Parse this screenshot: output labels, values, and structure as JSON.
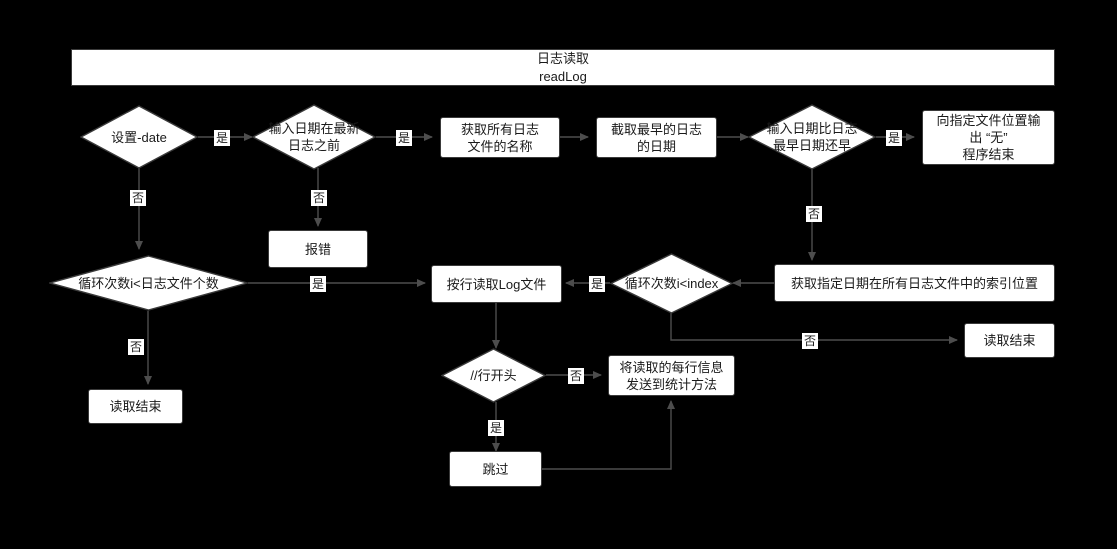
{
  "diagram": {
    "title_line1": "日志读取",
    "title_line2": "readLog",
    "background_color": "#000000",
    "node_fill": "#ffffff",
    "node_stroke": "#3a3a3a",
    "edge_color": "#4d4d4d",
    "text_color": "#1a1a1a"
  },
  "nodes": {
    "title_bar": "日志读取\nreadLog",
    "set_date": "设置-date",
    "input_before_newest": "输入日期在最新\n日志之前",
    "get_all_log_names": "获取所有日志\n文件的名称",
    "cut_earliest_date": "截取最早的日志\n的日期",
    "input_earlier_than_earliest": "输入日期比日志\n最早日期还早",
    "output_none_end": "向指定文件位置输\n出 “无”\n程序结束",
    "report_error": "报错",
    "loop_i_lt_filecount": "循环次数i<日志文件个数",
    "read_log_by_line": "按行读取Log文件",
    "loop_i_lt_index": "循环次数i<index",
    "get_index_position": "获取指定日期在所有日志文件中的索引位置",
    "read_end_left": "读取结束",
    "read_end_right": "读取结束",
    "comment_line_start": "//行开头",
    "send_to_statistics": "将读取的每行信息\n发送到统计方法",
    "skip": "跳过"
  },
  "edge_labels": {
    "set_date_yes": "是",
    "set_date_no": "否",
    "input_before_newest_yes": "是",
    "input_before_newest_no": "否",
    "earlier_yes": "是",
    "earlier_no": "否",
    "loop_filecount_yes": "是",
    "loop_filecount_no": "否",
    "loop_index_yes": "是",
    "loop_index_no": "否",
    "comment_yes": "是",
    "comment_no": "否"
  }
}
